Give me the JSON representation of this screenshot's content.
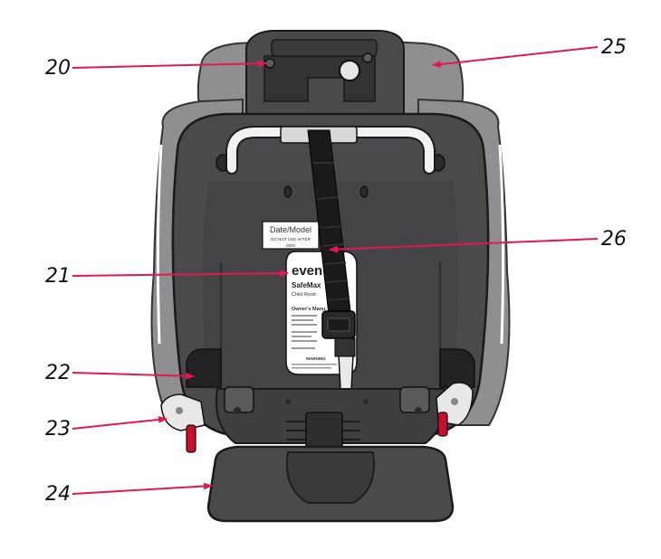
{
  "callouts": [
    {
      "id": "20",
      "label": "20"
    },
    {
      "id": "21",
      "label": "21"
    },
    {
      "id": "22",
      "label": "22"
    },
    {
      "id": "23",
      "label": "23"
    },
    {
      "id": "24",
      "label": "24"
    },
    {
      "id": "25",
      "label": "25"
    },
    {
      "id": "26",
      "label": "26"
    }
  ],
  "date_model_sticker": {
    "title": "Date/Model",
    "line1": "DO NOT USE AFTER",
    "line2": "0000"
  },
  "manual_card": {
    "brand": "even",
    "product": "SafeMax",
    "subtitle": "Child Restr",
    "heading": "Owner's Manu",
    "warning": "WARNING"
  },
  "colors": {
    "shell": "#4a4a4c",
    "shell_dark": "#333335",
    "side_wings": "#8f8f91",
    "arrow": "#e0194f",
    "strap": "#1a1a1a",
    "frame": "#f2f2f2",
    "accent_red": "#c8102e"
  }
}
